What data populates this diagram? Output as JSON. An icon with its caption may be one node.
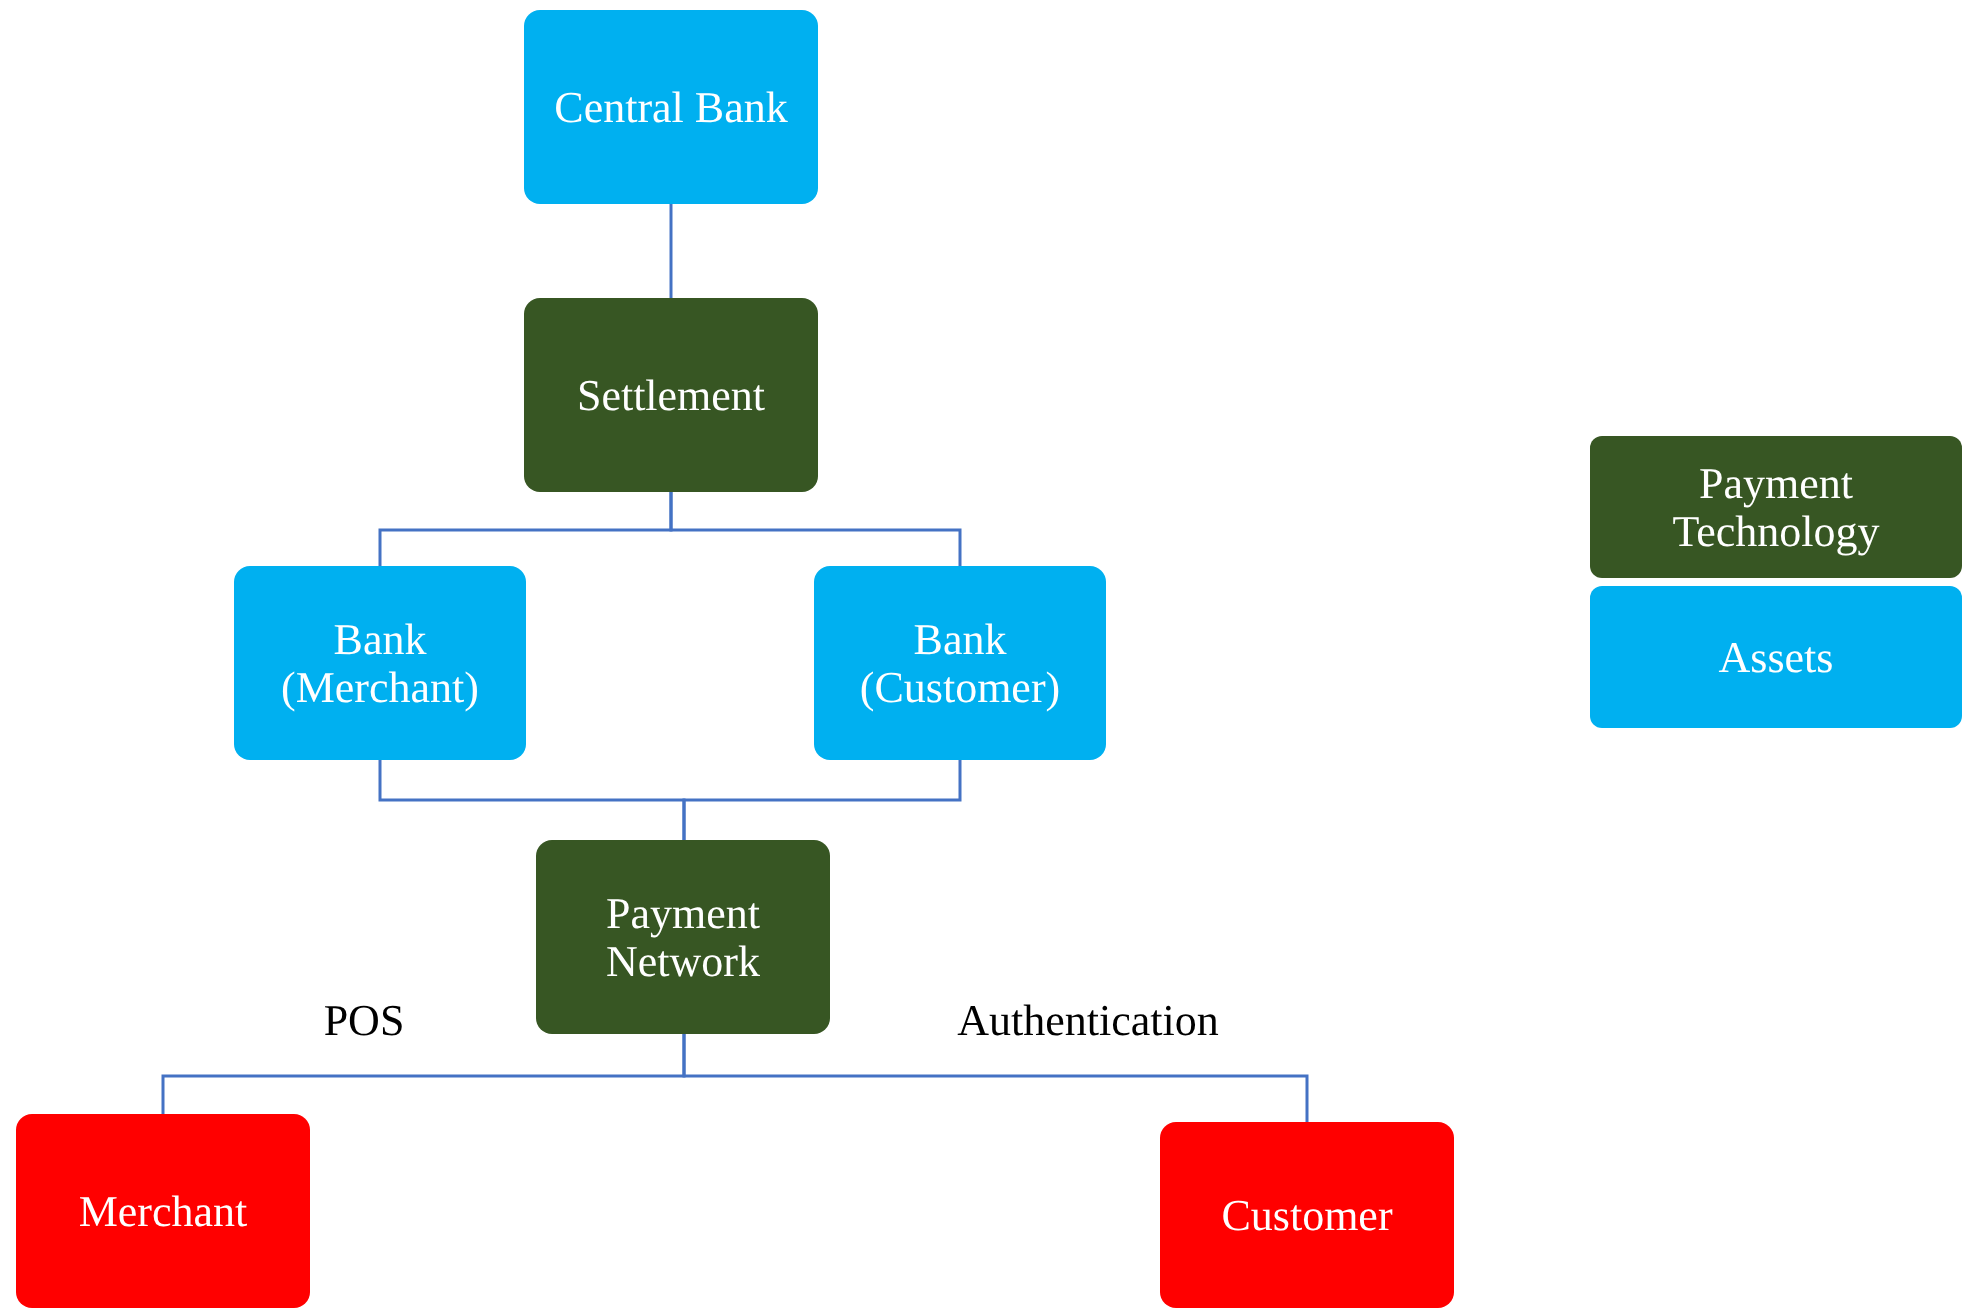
{
  "diagram": {
    "nodes": [
      {
        "text": [
          "Central Bank"
        ]
      },
      {
        "text": [
          "Settlement"
        ]
      },
      {
        "text": [
          "Bank (Merchant)"
        ]
      },
      {
        "text": [
          "Bank (Customer)"
        ]
      },
      {
        "text": [
          "Payment Network"
        ]
      },
      {
        "text": [
          "Merchant"
        ]
      },
      {
        "text": [
          "Customer"
        ]
      }
    ],
    "edges": [
      {
        "from": 0,
        "to": 1,
        "arrow": "none"
      },
      {
        "from": 1,
        "to": 2,
        "arrow": "none"
      },
      {
        "from": 1,
        "to": 3,
        "arrow": "none"
      },
      {
        "from": 2,
        "to": 4,
        "arrow": "none"
      },
      {
        "from": 3,
        "to": 4,
        "arrow": "none"
      },
      {
        "from": 4,
        "to": 5,
        "arrow": "none",
        "label": "POS"
      },
      {
        "from": 4,
        "to": 6,
        "arrow": "none",
        "label": "Authentication"
      }
    ],
    "legend": [
      {
        "text": "Payment Technology",
        "color": "#375623"
      },
      {
        "text": "Assets",
        "color": "#00b0f0"
      }
    ]
  }
}
